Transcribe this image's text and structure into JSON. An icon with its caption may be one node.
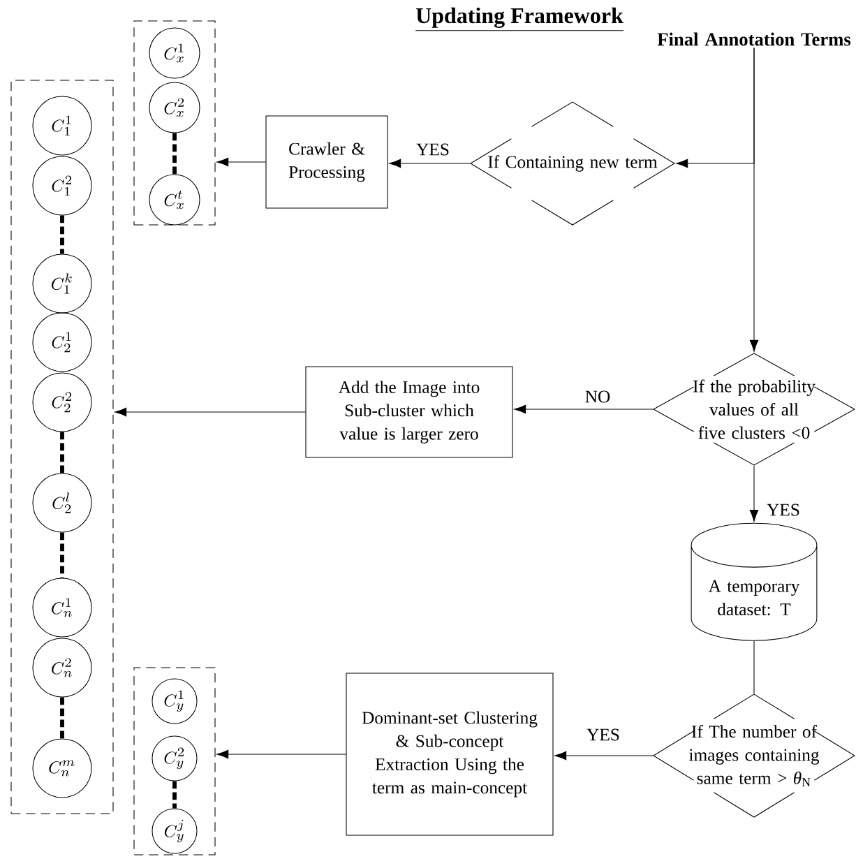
{
  "diagram": {
    "title": "Updating Framework",
    "nodes": [
      {
        "text": [
          "Final Annotation Terms"
        ]
      },
      {
        "text": [
          "If Containing new term"
        ]
      },
      {
        "text": [
          "Crawler & Processing"
        ]
      },
      {
        "text": [],
        "shape": "box"
      },
      {
        "text": [
          "C_x^1"
        ],
        "in": 3
      },
      {
        "text": [
          "C_x^2"
        ],
        "in": 3
      },
      {
        "text": [
          "C_x^t"
        ],
        "in": 3
      },
      {
        "text": [
          "If the probability values of all five clusters <0"
        ]
      },
      {
        "text": [
          "Add the Image into Sub-cluster which value is larger zero"
        ]
      },
      {
        "text": [],
        "shape": "box"
      },
      {
        "text": [
          "C_1^1"
        ],
        "in": 9
      },
      {
        "text": [
          "C_1^2"
        ],
        "in": 9
      },
      {
        "text": [
          "C_1^k"
        ],
        "in": 9
      },
      {
        "text": [
          "C_2^1"
        ],
        "in": 9
      },
      {
        "text": [
          "C_2^2"
        ],
        "in": 9
      },
      {
        "text": [
          "C_2^l"
        ],
        "in": 9
      },
      {
        "text": [
          "C_n^1"
        ],
        "in": 9
      },
      {
        "text": [
          "C_n^2"
        ],
        "in": 9
      },
      {
        "text": [
          "C_n^m"
        ],
        "in": 9
      },
      {
        "text": [
          "A temporary dataset: T"
        ]
      },
      {
        "text": [
          "If The number of images containing same term > *θ*$_{N}$"
        ]
      },
      {
        "text": [
          "Dominant-set Clustering & Sub-concept Extraction Using the term as main-concept"
        ]
      },
      {
        "text": [],
        "shape": "box"
      },
      {
        "text": [
          "C_y^1"
        ],
        "in": 22
      },
      {
        "text": [
          "C_y^2"
        ],
        "in": 22
      },
      {
        "text": [
          "C_y^j"
        ],
        "in": 22
      }
    ],
    "edges": [
      {
        "from": 0,
        "to": 1,
        "arrow": "to"
      },
      {
        "from": 0,
        "to": 7,
        "arrow": "to"
      },
      {
        "from": 1,
        "to": 2,
        "arrow": "to",
        "label": "YES"
      },
      {
        "from": 2,
        "to": 3,
        "arrow": "to"
      },
      {
        "from": 7,
        "to": 8,
        "arrow": "to",
        "label": "NO"
      },
      {
        "from": 8,
        "to": 9,
        "arrow": "to"
      },
      {
        "from": 7,
        "to": 19,
        "arrow": "to",
        "label": "YES"
      },
      {
        "from": 19,
        "to": 20,
        "arrow": "none"
      },
      {
        "from": 20,
        "to": 21,
        "arrow": "to",
        "label": "YES"
      },
      {
        "from": 21,
        "to": 22,
        "arrow": "to"
      },
      {
        "from": 5,
        "to": 6,
        "arrow": "none",
        "style": "dashed"
      },
      {
        "from": 11,
        "to": 12,
        "arrow": "none",
        "style": "dashed"
      },
      {
        "from": 14,
        "to": 15,
        "arrow": "none",
        "style": "dashed"
      },
      {
        "from": 15,
        "to": 16,
        "arrow": "none",
        "style": "dashed"
      },
      {
        "from": 17,
        "to": 18,
        "arrow": "none",
        "style": "dashed"
      },
      {
        "from": 24,
        "to": 25,
        "arrow": "none",
        "style": "dashed"
      }
    ]
  }
}
